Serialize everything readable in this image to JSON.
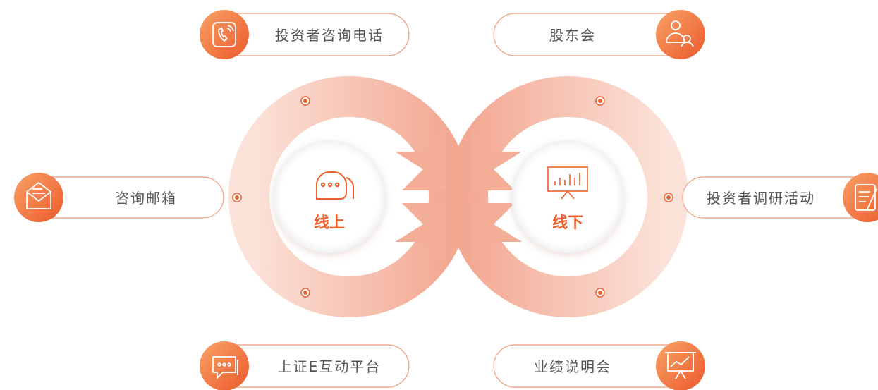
{
  "center": {
    "left_label": "线上",
    "right_label": "线下"
  },
  "channels": [
    {
      "id": "phone",
      "label": "投资者咨询电话",
      "icon": "phone-icon"
    },
    {
      "id": "shareholder",
      "label": "股东会",
      "icon": "people-icon"
    },
    {
      "id": "email",
      "label": "咨询邮箱",
      "icon": "envelope-icon"
    },
    {
      "id": "research",
      "label": "投资者调研活动",
      "icon": "notepad-icon"
    },
    {
      "id": "einteract",
      "label": "上证E互动平台",
      "icon": "chat-bubble-icon"
    },
    {
      "id": "briefing",
      "label": "业绩说明会",
      "icon": "presentation-chart-icon"
    }
  ],
  "colors": {
    "accent": "#ef5f2e",
    "accent_light": "#f79a5c",
    "loop": "#f4b49f",
    "pill_border": "#f29a7a",
    "text": "#555555"
  }
}
